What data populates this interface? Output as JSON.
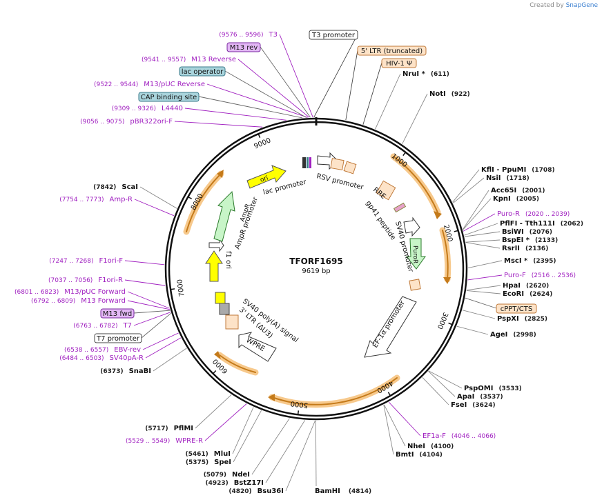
{
  "credit": {
    "prefix": "Created by",
    "brand": "SnapGene"
  },
  "plasmid": {
    "name": "TFORF1695",
    "size": "9619 bp"
  },
  "ticks": [
    "1000",
    "2000",
    "3000",
    "4000",
    "5000",
    "6000",
    "7000",
    "8000",
    "9000"
  ],
  "top_boxes": [
    {
      "id": "t3-promoter-box",
      "text": "T3 promoter",
      "fill": "#ffffff",
      "stroke": "#444444"
    },
    {
      "id": "ltr-box",
      "text": "5' LTR (truncated)",
      "fill": "#fde3c8",
      "stroke": "#c07a3a"
    },
    {
      "id": "hiv-box",
      "text": "HIV-1 Ψ",
      "fill": "#fde3c8",
      "stroke": "#c07a3a"
    }
  ],
  "left_boxes": [
    {
      "id": "m13-rev-box",
      "text": "M13 rev",
      "fill": "#e3b8f5",
      "stroke": "#7a2aa0"
    },
    {
      "id": "lac-operator-box",
      "text": "lac operator",
      "fill": "#a9d4dc",
      "stroke": "#3a7a8a"
    },
    {
      "id": "cap-box",
      "text": "CAP binding site",
      "fill": "#a9d4dc",
      "stroke": "#3a7a8a"
    },
    {
      "id": "m13-fwd-box",
      "text": "M13 fwd",
      "fill": "#e3b8f5",
      "stroke": "#7a2aa0"
    },
    {
      "id": "t7-promoter-box",
      "text": "T7 promoter",
      "fill": "#ffffff",
      "stroke": "#444444"
    },
    {
      "id": "cppt-box",
      "text": "cPPT/CTS",
      "fill": "#fde3c8",
      "stroke": "#c07a3a"
    }
  ],
  "primers_left": [
    {
      "pos": "(9576 .. 9596)",
      "name": "T3"
    },
    {
      "pos": "(9541 .. 9557)",
      "name": "M13 Reverse"
    },
    {
      "pos": "(9522 .. 9544)",
      "name": "M13/pUC Reverse"
    },
    {
      "pos": "(9309 .. 9326)",
      "name": "L4440"
    },
    {
      "pos": "(9056 .. 9075)",
      "name": "pBR322ori-F"
    },
    {
      "pos": "(7754 .. 7773)",
      "name": "Amp-R"
    },
    {
      "pos": "(7247 .. 7268)",
      "name": "F1ori-F"
    },
    {
      "pos": "(7037 .. 7056)",
      "name": "F1ori-R"
    },
    {
      "pos": "(6801 .. 6823)",
      "name": "M13/pUC Forward"
    },
    {
      "pos": "(6792 .. 6809)",
      "name": "M13 Forward"
    },
    {
      "pos": "(6763 .. 6782)",
      "name": "T7"
    },
    {
      "pos": "(6538 .. 6557)",
      "name": "EBV-rev"
    },
    {
      "pos": "(6484 .. 6503)",
      "name": "SV40pA-R"
    },
    {
      "pos": "(5529 .. 5549)",
      "name": "WPRE-R"
    }
  ],
  "primers_right": [
    {
      "name": "Puro-R",
      "pos": "(2020 .. 2039)"
    },
    {
      "name": "Puro-F",
      "pos": "(2516 .. 2536)"
    },
    {
      "name": "EF1a-F",
      "pos": "(4046 .. 4066)"
    }
  ],
  "enzymes_right": [
    {
      "name": "NruI *",
      "pos": "(611)"
    },
    {
      "name": "NotI",
      "pos": "(922)"
    },
    {
      "name": "KflI",
      "sep": "-",
      "name2": "PpuMI",
      "pos": "(1708)"
    },
    {
      "name": "NsiI",
      "pos": "(1718)"
    },
    {
      "name": "Acc65I",
      "pos": "(2001)"
    },
    {
      "name": "KpnI",
      "pos": "(2005)"
    },
    {
      "name": "PflFI",
      "sep": "-",
      "name2": "Tth111I",
      "pos": "(2062)"
    },
    {
      "name": "BsiWI",
      "pos": "(2076)"
    },
    {
      "name": "BspEI *",
      "pos": "(2133)"
    },
    {
      "name": "RsrII",
      "pos": "(2136)"
    },
    {
      "name": "MscI *",
      "pos": "(2395)"
    },
    {
      "name": "HpaI",
      "pos": "(2620)"
    },
    {
      "name": "EcoRI",
      "pos": "(2624)"
    },
    {
      "name": "PspXI",
      "pos": "(2825)"
    },
    {
      "name": "AgeI",
      "pos": "(2998)"
    },
    {
      "name": "PspOMI",
      "pos": "(3533)"
    },
    {
      "name": "ApaI",
      "pos": "(3537)"
    },
    {
      "name": "FseI",
      "pos": "(3624)"
    },
    {
      "name": "NheI",
      "pos": "(4100)"
    },
    {
      "name": "BmtI",
      "pos": "(4104)"
    }
  ],
  "enzymes_left": [
    {
      "pos": "(7842)",
      "name": "ScaI"
    },
    {
      "pos": "(6373)",
      "name": "SnaBI"
    },
    {
      "pos": "(5717)",
      "name": "PflMI"
    },
    {
      "pos": "(5461)",
      "name": "MluI"
    },
    {
      "pos": "(5375)",
      "name": "SpeI"
    },
    {
      "pos": "(5079)",
      "name": "NdeI"
    },
    {
      "pos": "(4923)",
      "name": "BstZ17I"
    },
    {
      "pos": "(4820)",
      "name": "Bsu36I"
    }
  ],
  "enzymes_bottom": [
    {
      "name": "BamHI",
      "pos": "(4814)"
    }
  ],
  "features": [
    {
      "label": "lac promoter"
    },
    {
      "label": "RSV promoter"
    },
    {
      "label": "RRE"
    },
    {
      "label": "gp41 peptide"
    },
    {
      "label": "SV40 promoter"
    },
    {
      "label": "PuroR"
    },
    {
      "label": "EF-1α promoter"
    },
    {
      "label": "WPRE"
    },
    {
      "label": "3' LTR (ΔU3)"
    },
    {
      "label": "SV40 poly(A) signal"
    },
    {
      "label": "f1 ori"
    },
    {
      "label": "AmpR promoter"
    },
    {
      "label": "AmpR"
    },
    {
      "label": "ori"
    }
  ],
  "colors": {
    "backbone": "#111111",
    "enzyme_line": "#888888",
    "primer": "#a020c0",
    "orf_band": "#f7c98c",
    "orf_arrow": "#c47a1a",
    "ori": "#ffff00",
    "ampr": "#c8f5c8",
    "ltr": "#fde3c8",
    "ef1a_arrow": "#55aa22"
  }
}
